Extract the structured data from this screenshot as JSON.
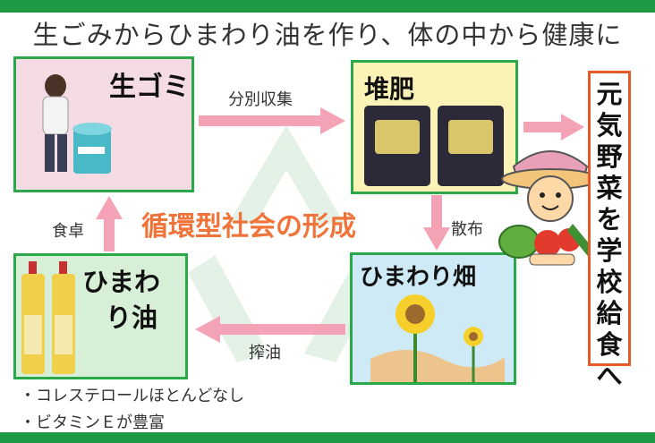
{
  "title": "生ごみからひまわり油を作り、体の中から健康に",
  "center_label": "循環型社会の形成",
  "nodes": {
    "garbage": "生ゴミ",
    "compost": "堆肥",
    "field": "ひまわり畑",
    "oil_line1": "ひまわ",
    "oil_line2": "り油"
  },
  "edges": {
    "collect": "分別収集",
    "spread": "散布",
    "press": "搾油",
    "table": "食卓"
  },
  "side_text": "元気野菜を学校給食へ",
  "notes": [
    "・コレステロールほとんどなし",
    "・ビタミンＥが豊富"
  ],
  "colors": {
    "green": "#2aa84a",
    "pink_arrow": "#f4a3b6",
    "orange": "#f0743a",
    "side_border": "#e8592a"
  }
}
